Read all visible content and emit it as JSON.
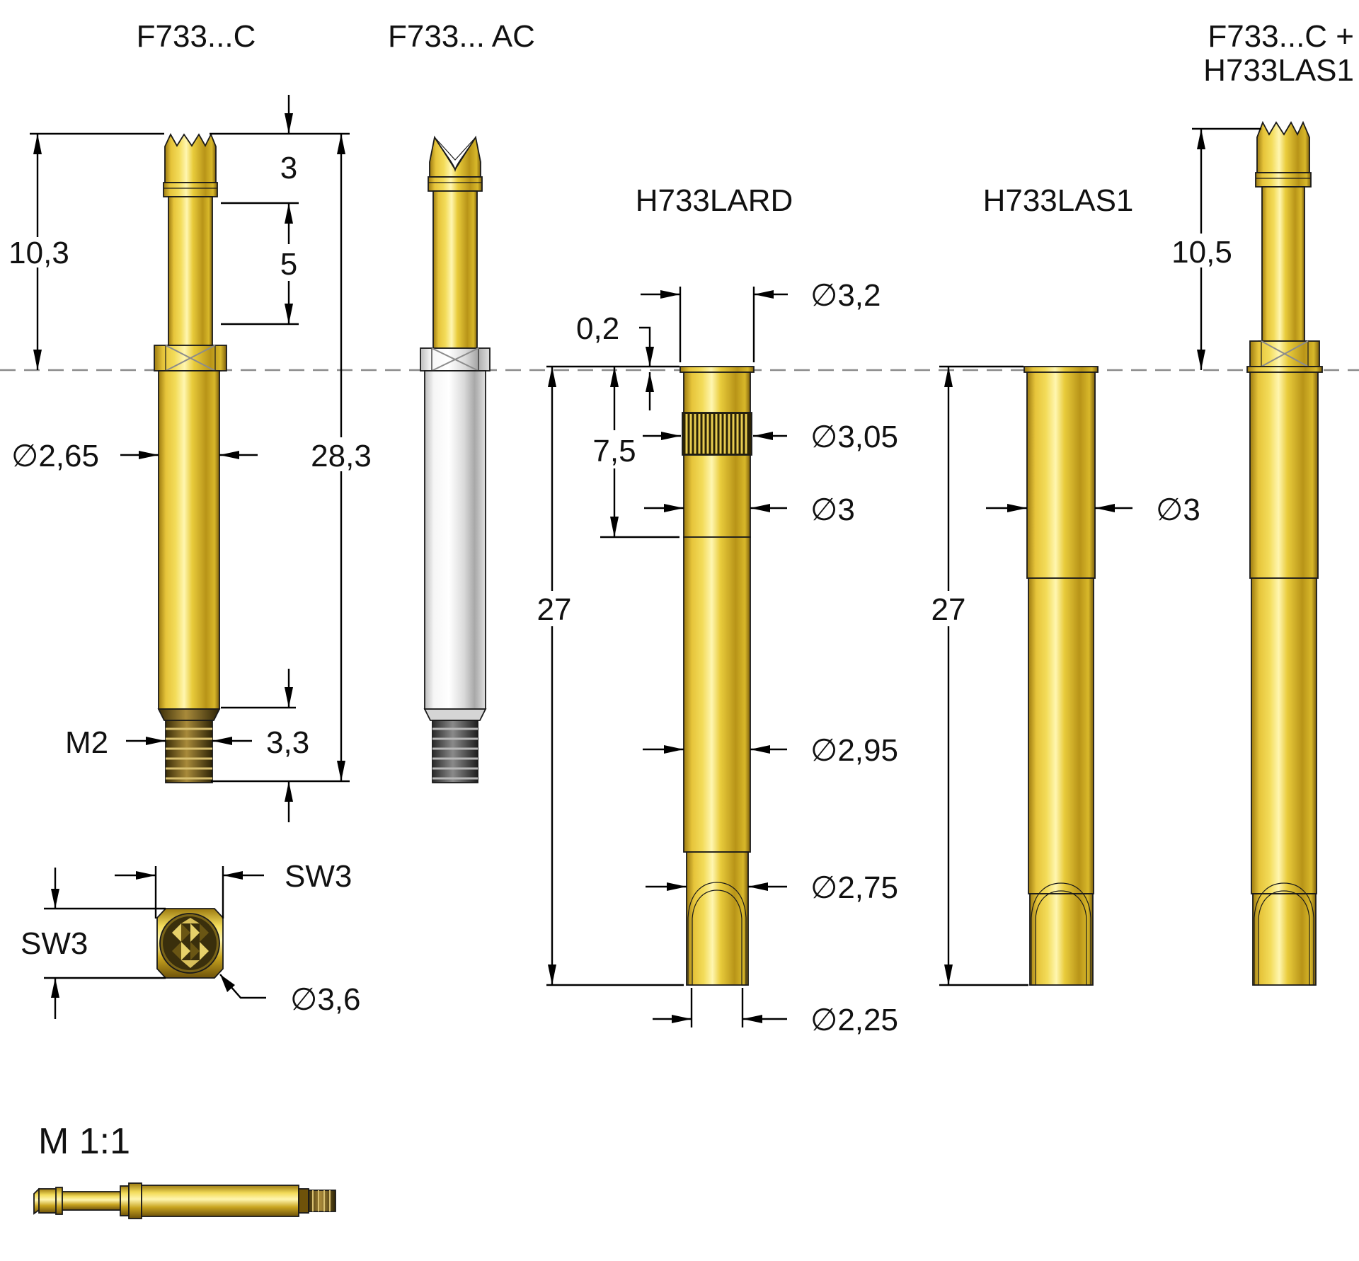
{
  "drawing": {
    "scale_label": "M 1:1",
    "parts": [
      {
        "id": "plunger_c",
        "title": "F733...C",
        "finish": "gold"
      },
      {
        "id": "plunger_ac",
        "title": "F733... AC",
        "finish": "nickel-body gold-tip"
      },
      {
        "id": "receptacle_lard",
        "title": "H733LARD",
        "finish": "gold"
      },
      {
        "id": "receptacle_las1",
        "title": "H733LAS1",
        "finish": "gold"
      },
      {
        "id": "assembly",
        "title_line1": "F733...C +",
        "title_line2": "H733LAS1",
        "finish": "gold"
      }
    ],
    "dimensions": {
      "plunger_c": {
        "head_travel": "3",
        "neck_length": "5",
        "upper_length": "10,3",
        "body_diameter": "∅2,65",
        "overall_length": "28,3",
        "thread": "M2",
        "thread_length": "3,3"
      },
      "end_view": {
        "flat_width_horizontal": "SW3",
        "flat_width_vertical": "SW3",
        "hex_diameter": "∅3,6"
      },
      "receptacle_lard": {
        "flange_diameter": "∅3,2",
        "flange_thickness": "0,2",
        "knurl_diameter": "∅3,05",
        "press_zone_length": "7,5",
        "press_diameter": "∅3",
        "length": "27",
        "body_diameter": "∅2,95",
        "lower_diameter": "∅2,75",
        "slot_inner_diameter": "∅2,25"
      },
      "receptacle_las1": {
        "press_diameter": "∅3",
        "length": "27"
      },
      "assembly": {
        "protrusion": "10,5"
      }
    },
    "colors": {
      "gold_dark": "#8a6a10",
      "gold_mid": "#d6b21e",
      "gold_light": "#fff3a0",
      "nickel_dark": "#9a9a9a",
      "nickel_light": "#ffffff",
      "thread_dark": "#3a3a3a",
      "centerline": "#8a8a8a"
    }
  }
}
